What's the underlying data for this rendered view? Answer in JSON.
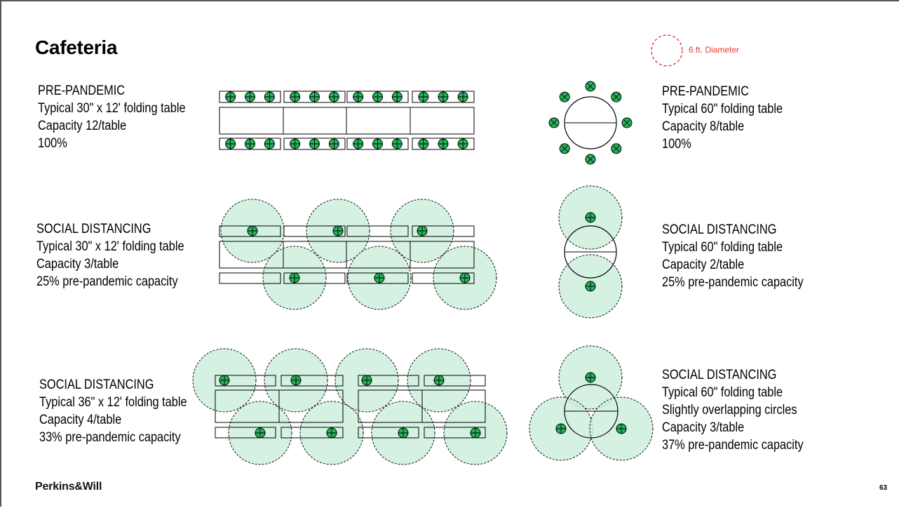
{
  "page": {
    "title": "Cafeteria",
    "legend": "6 ft. Diameter",
    "footer": "Perkins&Will",
    "page_number": "63"
  },
  "blocks": [
    {
      "id": "rect-pre",
      "lines": [
        "PRE-PANDEMIC",
        "Typical 30\" x 12' folding table",
        "Capacity 12/table",
        "100%"
      ]
    },
    {
      "id": "rect-sd1",
      "lines": [
        "SOCIAL DISTANCING",
        "Typical 30\" x 12' folding table",
        "Capacity 3/table",
        "25% pre-pandemic capacity"
      ]
    },
    {
      "id": "rect-sd2",
      "lines": [
        "SOCIAL DISTANCING",
        "Typical 36\" x 12' folding table",
        "Capacity 4/table",
        "33% pre-pandemic capacity"
      ]
    },
    {
      "id": "round-pre",
      "lines": [
        "PRE-PANDEMIC",
        "Typical 60\" folding table",
        "Capacity 8/table",
        "100%"
      ]
    },
    {
      "id": "round-sd1",
      "lines": [
        "SOCIAL DISTANCING",
        "Typical 60\" folding table",
        "Capacity 2/table",
        "25% pre-pandemic capacity"
      ]
    },
    {
      "id": "round-sd2",
      "lines": [
        "SOCIAL DISTANCING",
        "Typical 60\" folding table",
        "Slightly overlapping circles",
        "Capacity 3/table",
        "37% pre-pandemic capacity"
      ]
    }
  ],
  "colors": {
    "seat": "#22b55a",
    "zone": "#cdeedd",
    "legend": "#e53935"
  }
}
